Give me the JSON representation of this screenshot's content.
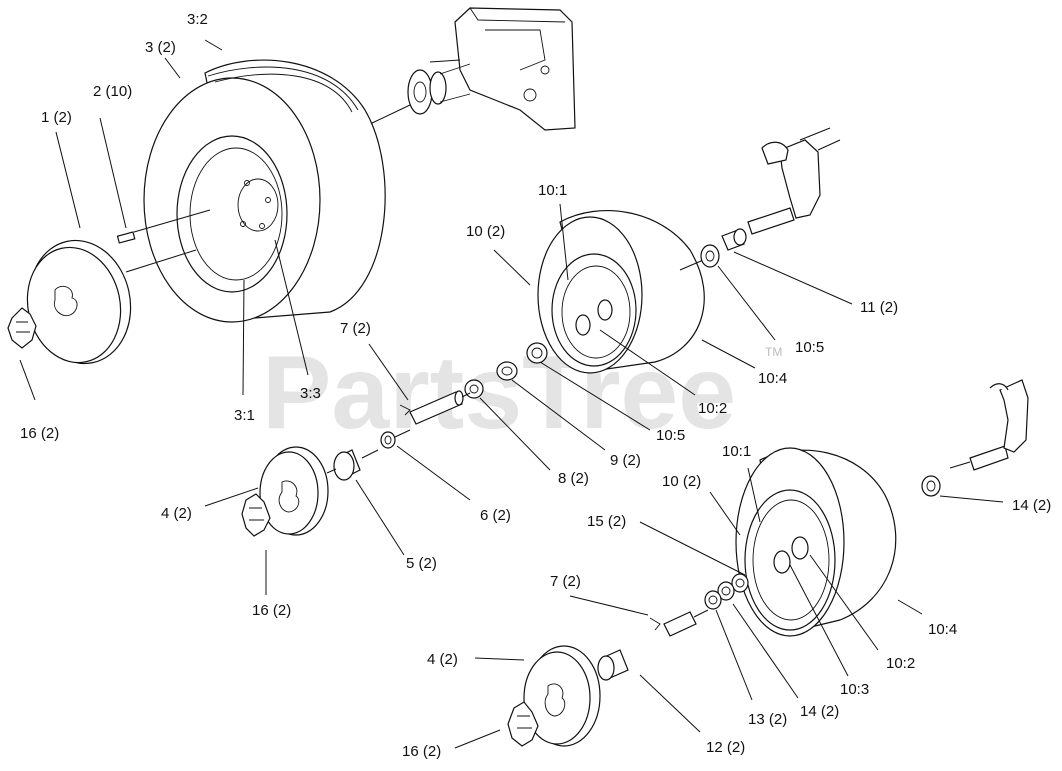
{
  "watermark": {
    "text": "PartsTree",
    "trademark": "TM"
  },
  "callouts": [
    {
      "key": "c_3_2",
      "text": "3:2"
    },
    {
      "key": "c_3",
      "text": "3 (2)"
    },
    {
      "key": "c_2",
      "text": "2 (10)"
    },
    {
      "key": "c_1",
      "text": "1 (2)"
    },
    {
      "key": "c_16a",
      "text": "16 (2)"
    },
    {
      "key": "c_3_1",
      "text": "3:1"
    },
    {
      "key": "c_3_3",
      "text": "3:3"
    },
    {
      "key": "c_10_1a",
      "text": "10:1"
    },
    {
      "key": "c_10a",
      "text": "10 (2)"
    },
    {
      "key": "c_11",
      "text": "11 (2)"
    },
    {
      "key": "c_10_5a",
      "text": "10:5"
    },
    {
      "key": "c_10_4a",
      "text": "10:4"
    },
    {
      "key": "c_10_2a",
      "text": "10:2"
    },
    {
      "key": "c_10_5b",
      "text": "10:5"
    },
    {
      "key": "c_7a",
      "text": "7 (2)"
    },
    {
      "key": "c_8",
      "text": "8 (2)"
    },
    {
      "key": "c_9",
      "text": "9 (2)"
    },
    {
      "key": "c_6",
      "text": "6 (2)"
    },
    {
      "key": "c_4a",
      "text": "4 (2)"
    },
    {
      "key": "c_5",
      "text": "5 (2)"
    },
    {
      "key": "c_16b",
      "text": "16 (2)"
    },
    {
      "key": "c_10_1b",
      "text": "10:1"
    },
    {
      "key": "c_10b",
      "text": "10 (2)"
    },
    {
      "key": "c_15",
      "text": "15 (2)"
    },
    {
      "key": "c_14a",
      "text": "14 (2)"
    },
    {
      "key": "c_7b",
      "text": "7 (2)"
    },
    {
      "key": "c_10_4b",
      "text": "10:4"
    },
    {
      "key": "c_10_2b",
      "text": "10:2"
    },
    {
      "key": "c_10_3",
      "text": "10:3"
    },
    {
      "key": "c_4b",
      "text": "4 (2)"
    },
    {
      "key": "c_13",
      "text": "13 (2)"
    },
    {
      "key": "c_14b",
      "text": "14 (2)"
    },
    {
      "key": "c_12",
      "text": "12 (2)"
    },
    {
      "key": "c_16c",
      "text": "16 (2)"
    }
  ]
}
